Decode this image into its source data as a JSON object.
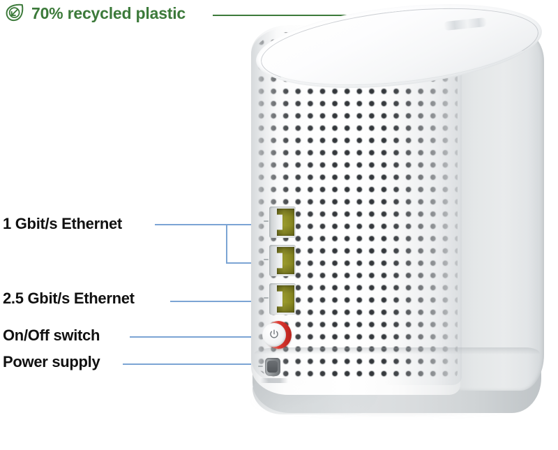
{
  "diagram": {
    "title": "Router rear panel callout diagram",
    "subject": "white mesh-perforated wireless router, three-quarter rear view"
  },
  "eco_callout": {
    "icon": "recycled-leaf-icon",
    "label": "70% recycled plastic",
    "color": "#3c7a3a",
    "leader": "horizontal line to top surface, then vertical drop"
  },
  "callouts": [
    {
      "id": "ethernet-1g",
      "label": "1 Gbit/s Ethernet",
      "target": "two RJ45 ports",
      "leader": "bracket splitting to two ports",
      "color": "#7ba4d4"
    },
    {
      "id": "ethernet-25g",
      "label": "2.5 Gbit/s Ethernet",
      "target": "single RJ45 port",
      "leader": "straight line",
      "color": "#7ba4d4"
    },
    {
      "id": "on-off-switch",
      "label": "On/Off switch",
      "target": "round power button with red ring",
      "leader": "straight line",
      "color": "#7ba4d4"
    },
    {
      "id": "power-supply",
      "label": "Power supply",
      "target": "DC power jack",
      "leader": "straight line",
      "color": "#7ba4d4"
    }
  ],
  "device": {
    "ports": [
      {
        "name": "ethernet-port-1",
        "type": "RJ45",
        "speed": "1 Gbit/s",
        "color": "#8a8a28"
      },
      {
        "name": "ethernet-port-2",
        "type": "RJ45",
        "speed": "1 Gbit/s",
        "color": "#8a8a28"
      },
      {
        "name": "ethernet-port-3",
        "type": "RJ45",
        "speed": "2.5 Gbit/s",
        "color": "#8a8a28"
      }
    ],
    "power_button": {
      "name": "power-button",
      "ring_color": "#de3a32",
      "glyph": "power-symbol"
    },
    "power_jack": {
      "name": "power-jack",
      "color": "#6f7478"
    },
    "housing_color": "#ffffff",
    "base_color": "#d4d8da",
    "vent_pattern": "perforated hole grid"
  }
}
